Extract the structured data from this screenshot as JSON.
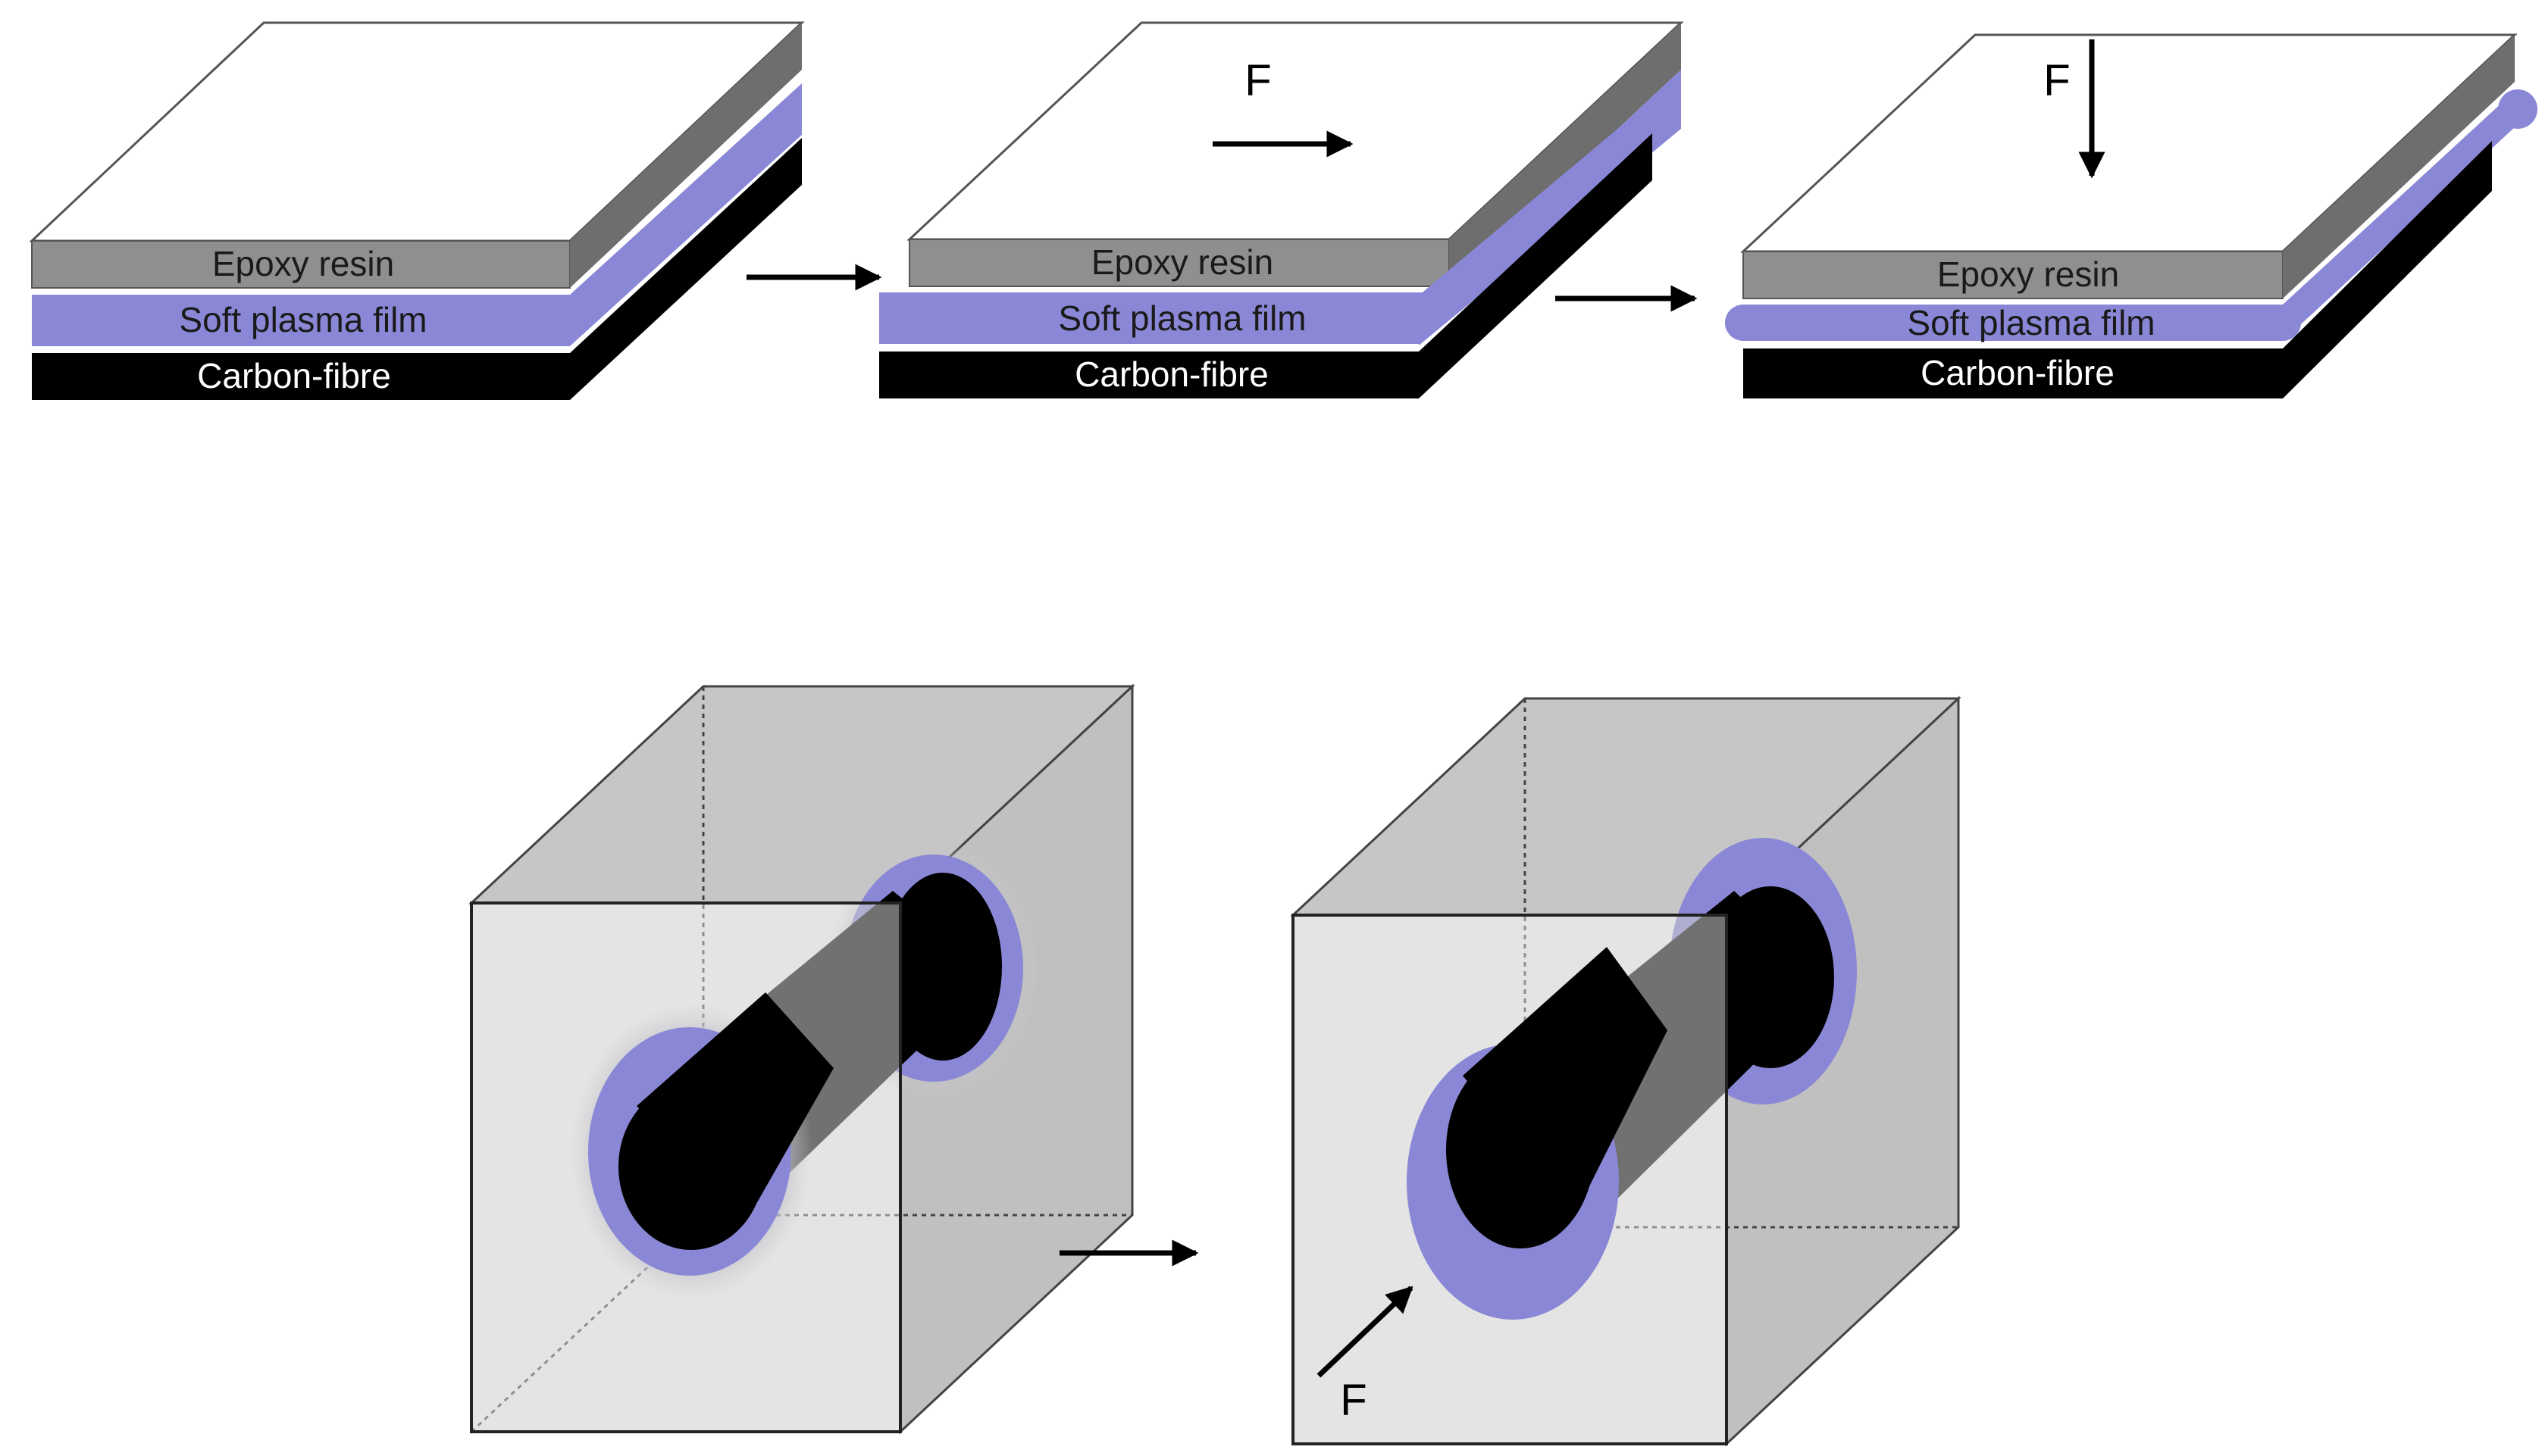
{
  "colors": {
    "resin": "#8f8f8f",
    "resin_side": "#6e6e6e",
    "film": "#8a88d6",
    "film_side": "#7f7dcc",
    "fibre": "#000000",
    "block": "#cdcdcd",
    "block_top": "#c4c4c4",
    "block_right": "#bebebe",
    "film_halo": "#b9b9c7"
  },
  "top_row": {
    "panels": [
      {
        "resin_label": "Epoxy resin",
        "film_label": "Soft plasma film",
        "fibre_label": "Carbon-fibre"
      },
      {
        "resin_label": "Epoxy resin",
        "film_label": "Soft plasma film",
        "fibre_label": "Carbon-fibre",
        "force_label": "F",
        "force_direction": "shear-right"
      },
      {
        "resin_label": "Epoxy resin",
        "film_label": "Soft plasma film",
        "fibre_label": "Carbon-fibre",
        "force_label": "F",
        "force_direction": "compress-down"
      }
    ]
  },
  "bottom_row": {
    "panels": [
      {},
      {
        "force_label": "F",
        "force_direction": "diagonal-up-right"
      }
    ]
  }
}
